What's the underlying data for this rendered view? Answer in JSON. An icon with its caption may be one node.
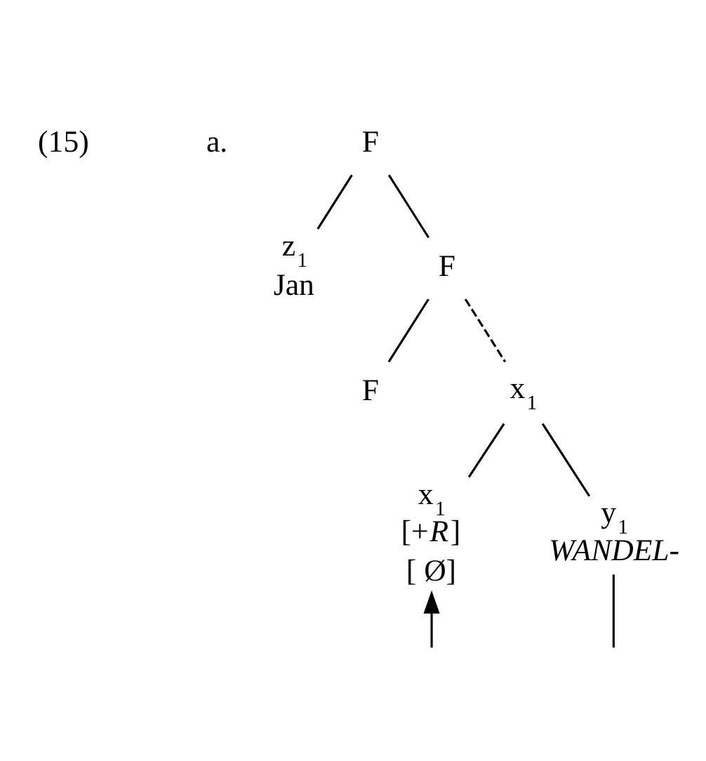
{
  "diagram": {
    "nodes": [
      {
        "text": [
          "F"
        ]
      },
      {
        "text": [
          "z$_{1}$"
        ],
        "beside": [
          "Jan"
        ]
      },
      {
        "text": [
          "F"
        ]
      },
      {
        "text": [
          "F"
        ]
      },
      {
        "text": [
          "x$_{1}$"
        ]
      },
      {
        "text": [
          "x$_{1}$",
          "[+*R*]",
          "[ Ø]"
        ]
      },
      {
        "text": [
          "y$_{1}$",
          "WANDEL-"
        ]
      }
    ],
    "edges": [
      {
        "from": 0,
        "to": 1,
        "arrow": "none"
      },
      {
        "from": 0,
        "to": 2,
        "arrow": "none"
      },
      {
        "from": 2,
        "to": 3,
        "arrow": "none"
      },
      {
        "from": 2,
        "to": 4,
        "arrow": "none",
        "style": "dashed"
      },
      {
        "from": 4,
        "to": 5,
        "arrow": "none"
      },
      {
        "from": 4,
        "to": 6,
        "arrow": "none"
      },
      {
        "from": null,
        "to": 5,
        "arrow": "to"
      },
      {
        "from": 6,
        "to": null,
        "arrow": "none"
      }
    ],
    "labels": [
      "(15)",
      "a."
    ]
  }
}
